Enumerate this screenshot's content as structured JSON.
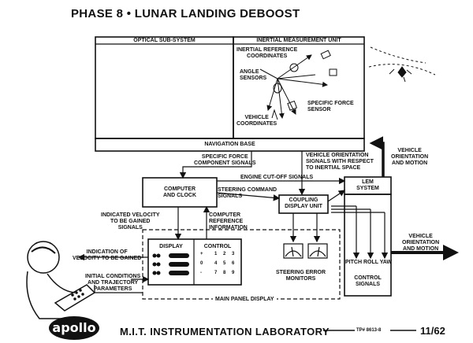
{
  "title": "PHASE 8 • LUNAR LANDING DEBOOST",
  "boxes": {
    "optical": "OPTICAL SUB-SYSTEM",
    "imu": "INERTIAL MEASUREMENT UNIT",
    "nav_base": "NAVIGATION BASE",
    "computer": "COMPUTER\nAND CLOCK",
    "coupling": "COUPLING\nDISPLAY UNIT",
    "lem": "LEM\nSYSTEM",
    "display": "DISPLAY",
    "control": "CONTROL"
  },
  "imu_labels": {
    "inertial_ref": "INERTIAL REFERENCE\nCOORDINATES",
    "angle_sensors": "ANGLE\nSENSORS",
    "specific_force_sensor": "SPECIFIC FORCE\nSENSOR",
    "vehicle_coords": "VEHICLE\nCOORDINATES"
  },
  "signals": {
    "specific_force_signals": "SPECIFIC FORCE\nCOMPONENT SIGNALS",
    "vehicle_orientation_signals": "VEHICLE ORIENTATION\nSIGNALS WITH RESPECT\nTO INERTIAL SPACE",
    "vehicle_orientation_motion_top": "VEHICLE\nORIENTATION\nAND MOTION",
    "engine_cutoff": "ENGINE CUT-OFF SIGNALS",
    "steering_command": "STEERING COMMAND\nSIGNALS",
    "indicated_velocity": "INDICATED VELOCITY\nTO BE GAINED\nSIGNALS",
    "computer_reference": "COMPUTER\nREFERENCE\nINFORMATION",
    "indication_velocity": "INDICATION OF\nVELOCITY TO BE GAINED",
    "initial_conditions": "INITIAL CONDITIONS\nAND TRAJECTORY\nPARAMETERS",
    "steering_error": "STEERING ERROR\nMONITORS",
    "main_panel": "MAIN PANEL DISPLAY",
    "pitch_roll_yaw": "PITCH ROLL YAW",
    "control_signals": "CONTROL\nSIGNALS",
    "vehicle_orientation_motion_right": "VEHICLE\nORIENTATION\nAND MOTION"
  },
  "control_keys": [
    "+",
    "1",
    "2",
    "3",
    "0",
    "4",
    "5",
    "6",
    "-",
    "7",
    "8",
    "9"
  ],
  "footer": {
    "logo": "apollo",
    "lab": "M.I.T. INSTRUMENTATION LABORATORY",
    "tp": "TP# 8613-8",
    "page": "11/62"
  }
}
